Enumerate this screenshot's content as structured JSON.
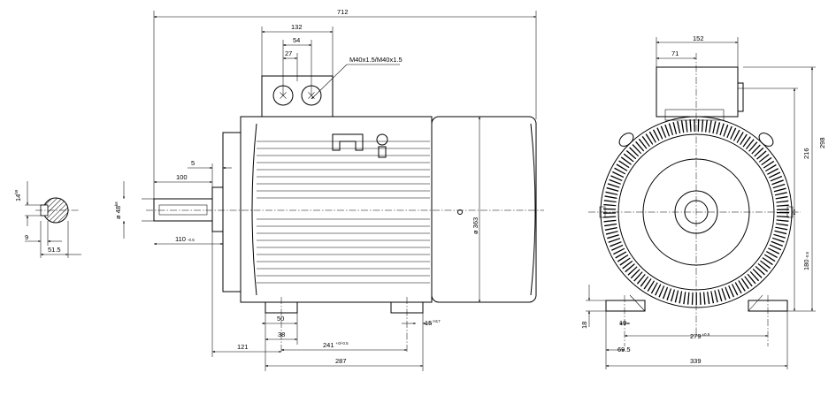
{
  "dimensions": {
    "overall_length": "712",
    "terminal_box_width": "132",
    "gland_spacing": "54",
    "gland_offset": "27",
    "cable_gland": "M40x1.5/M40x1.5",
    "shaft_shoulder": "5",
    "shaft_length": "100",
    "shaft_diameter": "ø 48",
    "shaft_diameter_tol": "k6",
    "flange_to_shaft_end": "110",
    "flange_to_shaft_end_tol": "-0.5",
    "housing_diameter": "ø 363",
    "foot_width": "50",
    "foot_offset": "38",
    "foot_hole_distance": "241",
    "foot_hole_distance_tol": "+0/-0.5",
    "foot_hole_diameter": "15",
    "foot_hole_diameter_tol": "H17",
    "shaft_to_foot": "121",
    "foot_length": "287",
    "key_height": "14",
    "key_height_tol": "h9",
    "key_width": "9",
    "shaft_key_depth": "51.5",
    "box_width_end": "152",
    "box_offset_end": "71",
    "overall_height": "298",
    "box_top_to_centre": "216",
    "centre_height": "180",
    "centre_height_tol": "-0.5",
    "foot_thickness": "18",
    "foot_hole_size": "19",
    "foot_span": "279",
    "foot_span_tol": "±0.5",
    "foot_edge_offset": "69.5",
    "foot_total_width": "339"
  }
}
